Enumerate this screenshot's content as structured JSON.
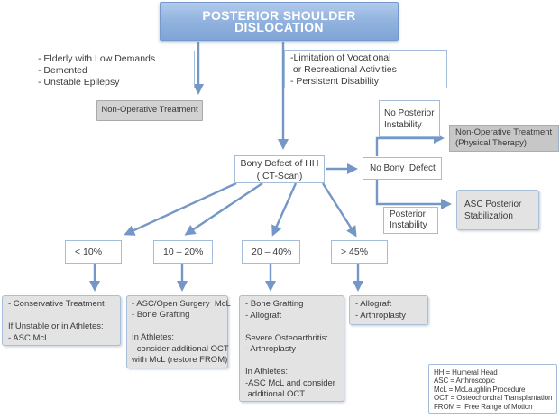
{
  "title": "POSTERIOR SHOULDER DISLOCATION",
  "colors": {
    "title_blue_top": "#b2cbec",
    "title_blue_bottom": "#7fa4d6",
    "arrow_blue": "#7597c7",
    "box_border_blue": "#a3bcd9",
    "gray_box_fill": "#e3e3e3",
    "gray_box_dark": "#c7c7c7"
  },
  "boxes": {
    "left_criteria": {
      "lines": [
        "- Elderly with Low Demands",
        "- Demented",
        "- Unstable Epilepsy"
      ]
    },
    "middle_criteria": {
      "lines": [
        "-Limitation of Vocational",
        " or Recreational Activities",
        "- Persistent Disability"
      ]
    },
    "non_operative": {
      "lines": [
        "Non-Operative Treatment"
      ]
    },
    "bony_defect": {
      "lines": [
        "Bony Defect of HH",
        "( CT-Scan)"
      ]
    },
    "no_posterior_instability": {
      "lines": [
        "No Posterior",
        "Instability"
      ]
    },
    "non_operative_pt": {
      "lines": [
        "Non-Operative Treatment",
        "(Physical Therapy)"
      ]
    },
    "no_bony_defect": {
      "lines": [
        "No Bony  Defect"
      ]
    },
    "posterior_instability": {
      "lines": [
        "Posterior",
        "Instability"
      ]
    },
    "asc_posterior_stabilization": {
      "lines": [
        "ASC Posterior",
        "Stabilization"
      ]
    },
    "pct_lt10": {
      "lines": [
        "< 10%"
      ]
    },
    "pct_10_20": {
      "lines": [
        "10 – 20%"
      ]
    },
    "pct_20_40": {
      "lines": [
        "20 – 40%"
      ]
    },
    "pct_gt45": {
      "lines": [
        "> 45%"
      ]
    },
    "treat_lt10": {
      "lines": [
        "- Conservative Treatment",
        "",
        "If Unstable or in Athletes:",
        "- ASC McL"
      ]
    },
    "treat_10_20": {
      "lines": [
        "- ASC/Open Surgery  McL",
        "- Bone Grafting",
        "",
        "In Athletes:",
        "- consider additional OCT",
        "with McL (restore FROM)"
      ]
    },
    "treat_20_40": {
      "lines": [
        "- Bone Grafting",
        "- Allograft",
        "",
        "Severe Osteoarthritis:",
        "- Arthroplasty",
        "",
        "In Athletes:",
        "-ASC McL and consider",
        " additional OCT"
      ]
    },
    "treat_gt45": {
      "lines": [
        "- Allograft",
        "- Arthroplasty"
      ]
    },
    "legend": {
      "lines": [
        "HH = Humeral Head",
        "ASC = Arthroscopic",
        "McL = McLaughlin Procedure",
        "OCT = Osteochondral Transplantation",
        "FROM =  Free Range of Motion"
      ]
    }
  }
}
